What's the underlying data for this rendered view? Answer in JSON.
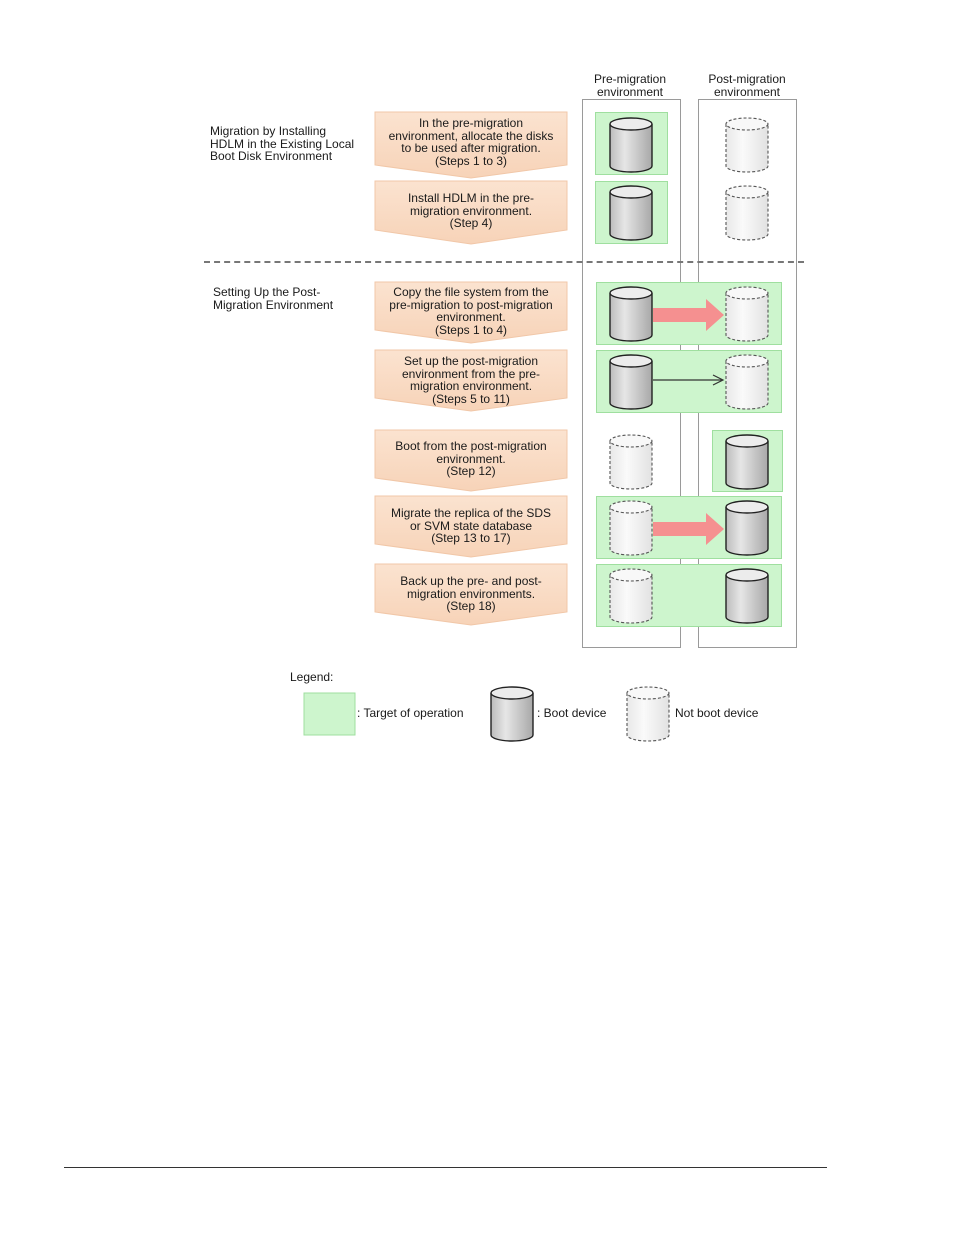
{
  "columns": {
    "pre_line1": "Pre-migration",
    "pre_line2": "environment",
    "post_line1": "Post-migration",
    "post_line2": "environment"
  },
  "sections": {
    "install": [
      "Migration by Installing",
      "HDLM in the Existing Local",
      "Boot Disk Environment"
    ],
    "setup": [
      "Setting Up the Post-",
      "Migration Environment"
    ]
  },
  "steps": [
    {
      "lines": [
        "In the pre-migration",
        "environment, allocate the disks",
        "to be used after migration.",
        "(Steps 1 to 3)"
      ]
    },
    {
      "lines": [
        "Install HDLM in the pre-",
        "migration environment.",
        "(Step 4)"
      ]
    },
    {
      "lines": [
        "Copy the file system from the",
        "pre-migration to post-migration",
        "environment.",
        "(Steps 1 to 4)"
      ]
    },
    {
      "lines": [
        "Set up the post-migration",
        "environment from the pre-",
        "migration environment.",
        "(Steps 5 to 11)"
      ]
    },
    {
      "lines": [
        "Boot from the post-migration",
        "environment.",
        "(Step 12)"
      ]
    },
    {
      "lines": [
        "Migrate the replica of the SDS",
        "or SVM state database",
        "(Step 13 to 17)"
      ]
    },
    {
      "lines": [
        "Back up the pre- and post-",
        "migration environments.",
        "(Step 18)"
      ]
    }
  ],
  "legend": {
    "title": "Legend:",
    "target": ": Target of operation",
    "boot": ": Boot device",
    "not_boot": "Not boot device"
  },
  "colors": {
    "step_fill": "#fbe3d0",
    "target_fill": "#cdf5cd",
    "arrow_thick": "#f59090",
    "boot_disk": "#d4d4d4",
    "not_boot_disk": "#f2f2f2"
  }
}
